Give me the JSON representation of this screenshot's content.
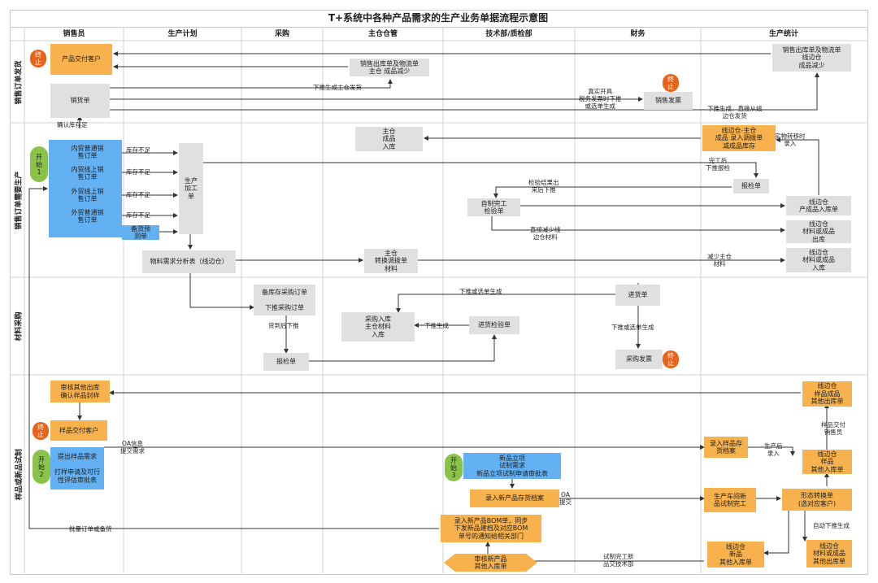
{
  "title": "T+系统中各种产品需求的生产业务单据流程示意图",
  "columns": [
    "销售员",
    "生产计划",
    "采购",
    "主仓仓管",
    "技术部/质检部",
    "财务",
    "生产统计"
  ],
  "bands": [
    "销售订单发货",
    "销售订单需要生产",
    "材料采购",
    "样品或新品试制"
  ],
  "nodes": {
    "end1": "终\n止",
    "deliver_customer": "产品交付客户",
    "sales_out_main": "销售出库单及物流单\n主仓  成品减少",
    "sales_out_side": "销售出库单及物流单\n线边仓\n成品减少",
    "end2": "终\n止",
    "sales_order": "销货单",
    "sales_invoice": "销售发票",
    "start1": "开\n始\n1",
    "order_dom_normal": "内贸普通销\n售订单",
    "order_dom_online": "内贸线上销\n售订单",
    "order_for_online": "外贸线上销\n售订单",
    "order_for_normal": "外贸普通销\n售订单",
    "stock_forecast": "备货预\n测单",
    "prod_order": "生产\n加工\n单",
    "main_in": "主仓\n成品\n入库",
    "transfer_side_main": "线边仓-主仓\n成品  录入调拨单\n减成品库存",
    "inspect_req": "报检单",
    "self_inspect": "自制完工\n检验单",
    "side_prod_in": "线边仓\n产成品入库单",
    "side_material_out": "线边仓\n材料或成品\n出库",
    "side_material_in": "线边仓\n材料或成品\n入库",
    "mrp": "物料需求分析表（线边仓）",
    "main_transfer": "主仓\n转换调拨单\n材料",
    "purchase_order": "备库存采购订单\n\n下推采购订单",
    "purchase_receipt": "进货单",
    "purchase_in": "采购入库\n主仓材料\n入库",
    "arrival_inspect": "进货检验单",
    "inspect_req2": "报检单",
    "purchase_invoice": "采购发票",
    "end3": "终\n止",
    "other_out_review": "审核其他出库\n确认样品封样",
    "side_sample_out": "线边仓\n样品成品\n其他出库单",
    "end4": "终\n止",
    "sample_deliver": "样品交付客户",
    "start2": "开\n始\n2",
    "sample_request": "提出样品需求\n\n打样申请及可行\n性评估审批表",
    "start3": "开\n始\n3",
    "new_product_project": "新品立项\n试制需求\n新品立项试制申请审批表",
    "sample_stock_file": "录入样品存\n货档案",
    "side_sample_in": "线边仓\n样品\n其他入库单",
    "new_stock_file": "录入新产品存货档案",
    "workshop_trial": "生产车间新\n品试制完工",
    "form_convert": "形态转换单\n(选对应客户)",
    "bom_entry": "录入新产品BOM单，同步\n下发新品建档及对应BOM\n单号的通知给相关部门",
    "side_material_out2": "线边仓\n材料或成品\n其他出库单",
    "review_new_in": "审核新产品\n其他入库单",
    "side_new_in": "线边仓\n新品\n其他入库单"
  },
  "labels": {
    "confirm_stock": "确认库存足",
    "push_main_ship": "下推生成主仓发货",
    "invoice_note": "真实开具\n税务发票时下推\n或选单生成",
    "push_side_ship": "下推生成，直接从线\n边仓发货",
    "lack1": "库存不足",
    "lack2": "库存不足",
    "lack3": "库存不足",
    "lack4": "库存不足",
    "physical_transfer": "实物转移时\n录入",
    "finish_push": "完工后\n下推报检",
    "inspect_result": "检验结果出\n来后下推",
    "reduce_side": "直接减少线\n边仓材料",
    "reduce_main": "减少主仓\n材料",
    "push_or_select": "下推或选单生成",
    "push_or_select2": "下推或选单生成",
    "push_gen": "下推生成",
    "arrive_push": "货到后下推",
    "oa_info": "OA信息\n提交需求",
    "prod_entry": "生产后\n录入",
    "sample_delivered": "样品交付\n销售员",
    "oa_submit": "OA\n提交",
    "auto_push": "自动下推生成",
    "batch_order": "批量订单或备货",
    "trial_done": "试制完工新\n品交技术部"
  },
  "colors": {
    "gray": "#e0e0e0",
    "orange": "#f7b24d",
    "blue": "#63b0f2",
    "end": "#e8641c",
    "start": "#8bc34a",
    "line": "#333333"
  }
}
